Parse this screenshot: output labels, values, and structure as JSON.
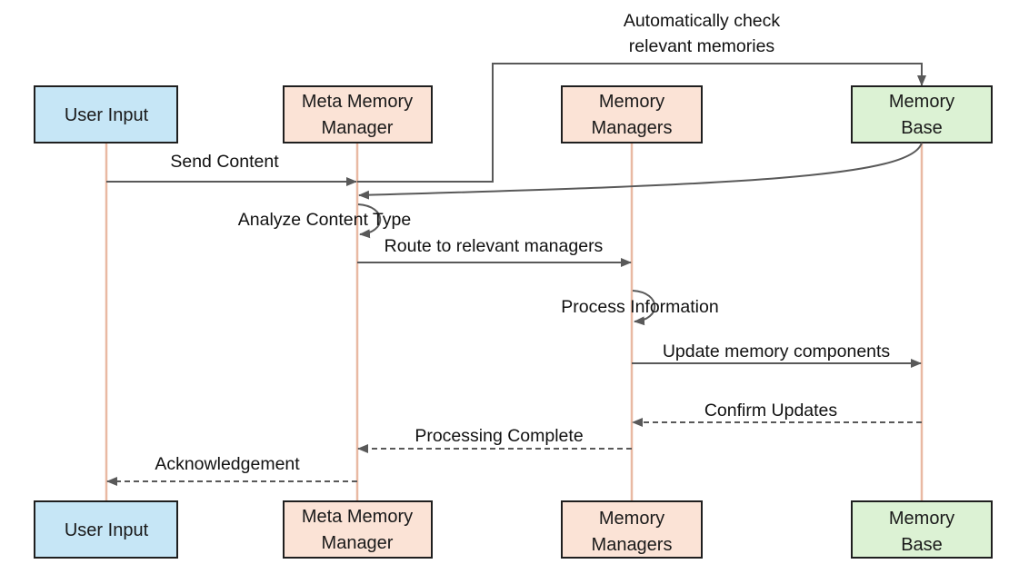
{
  "diagram": {
    "colors": {
      "user": "#c6e6f6",
      "manager": "#fbe3d6",
      "base": "#dcf2d4",
      "box_stroke": "#1f1f1f",
      "lifeline": "#e9b9a3",
      "arrow": "#595959"
    },
    "participants": [
      {
        "id": "user",
        "top_lines": [
          "User Input"
        ],
        "bottom_lines": [
          "User Input"
        ]
      },
      {
        "id": "meta",
        "top_lines": [
          "Meta Memory",
          "Manager"
        ],
        "bottom_lines": [
          "Meta Memory",
          "Manager"
        ]
      },
      {
        "id": "managers",
        "top_lines": [
          "Memory",
          "Managers"
        ],
        "bottom_lines": [
          "Memory",
          "Managers"
        ]
      },
      {
        "id": "base",
        "top_lines": [
          "Memory",
          "Base"
        ],
        "bottom_lines": [
          "Memory",
          "Base"
        ]
      }
    ],
    "messages": [
      {
        "from": "user",
        "to": "meta",
        "style": "solid",
        "text": "Send Content"
      },
      {
        "from": "meta",
        "to": "base",
        "style": "solid",
        "text": "Automatically check relevant memories"
      },
      {
        "from": "base",
        "to": "meta",
        "style": "solid",
        "text": ""
      },
      {
        "from": "meta",
        "to": "meta",
        "style": "self",
        "text": "Analyze Content Type"
      },
      {
        "from": "meta",
        "to": "managers",
        "style": "solid",
        "text": "Route to relevant managers"
      },
      {
        "from": "managers",
        "to": "managers",
        "style": "self",
        "text": "Process Information"
      },
      {
        "from": "managers",
        "to": "base",
        "style": "solid",
        "text": "Update memory components"
      },
      {
        "from": "base",
        "to": "managers",
        "style": "dashed",
        "text": "Confirm Updates"
      },
      {
        "from": "managers",
        "to": "meta",
        "style": "dashed",
        "text": "Processing Complete"
      },
      {
        "from": "meta",
        "to": "user",
        "style": "dashed",
        "text": "Acknowledgement"
      }
    ],
    "annotation": {
      "lines": [
        "Automatically check",
        "relevant memories"
      ]
    }
  }
}
